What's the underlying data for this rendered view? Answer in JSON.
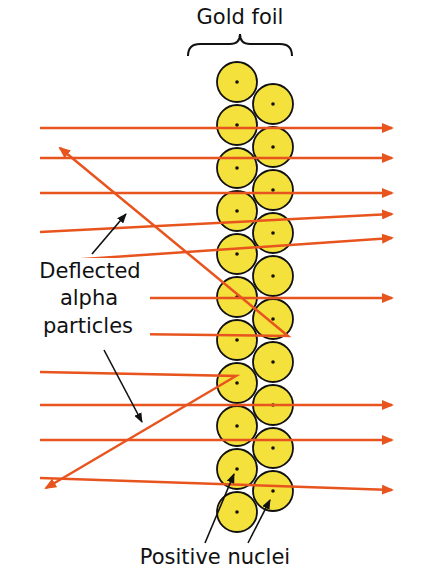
{
  "diagram": {
    "labels": [
      "Gold foil",
      "Deflected alpha particles",
      "Positive nuclei"
    ]
  }
}
